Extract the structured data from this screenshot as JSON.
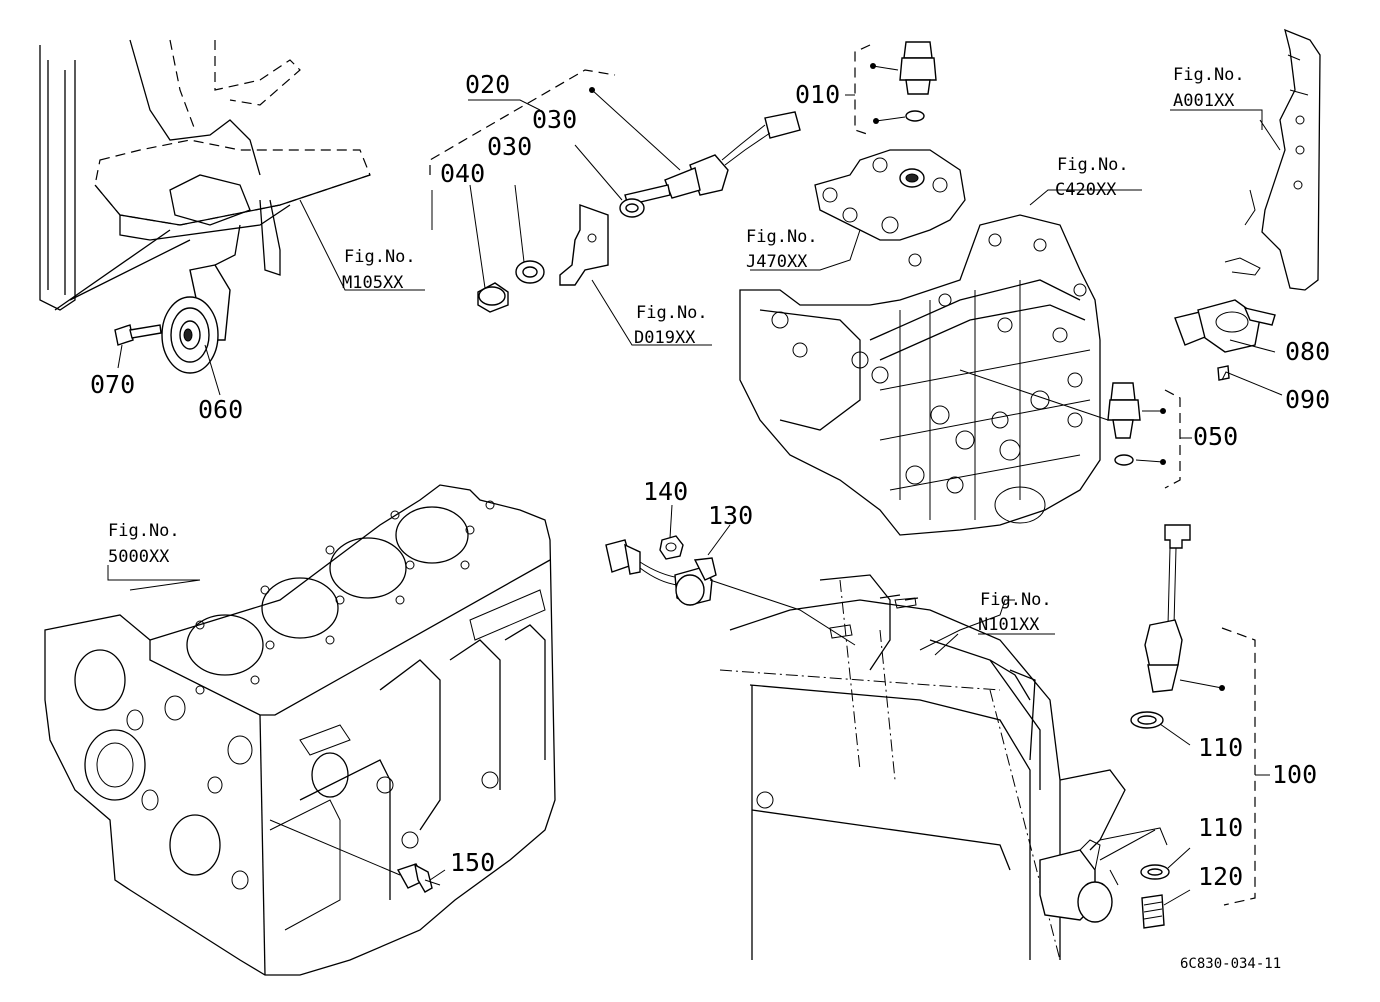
{
  "part_numbers": {
    "p010": "010",
    "p020": "020",
    "p030a": "030",
    "p030b": "030",
    "p040": "040",
    "p050": "050",
    "p060": "060",
    "p070": "070",
    "p080": "080",
    "p090": "090",
    "p100": "100",
    "p110a": "110",
    "p110b": "110",
    "p120": "120",
    "p130": "130",
    "p140": "140",
    "p150": "150"
  },
  "fig_refs": {
    "m105": {
      "label": "Fig.No.",
      "code": "M105XX"
    },
    "d019": {
      "label": "Fig.No.",
      "code": "D019XX"
    },
    "j470": {
      "label": "Fig.No.",
      "code": "J470XX"
    },
    "c420": {
      "label": "Fig.No.",
      "code": "C420XX"
    },
    "a001": {
      "label": "Fig.No.",
      "code": "A001XX"
    },
    "s5000": {
      "label": "Fig.No.",
      "code": "5000XX"
    },
    "n101": {
      "label": "Fig.No.",
      "code": "N101XX"
    }
  },
  "document_code": "6C830-034-11"
}
